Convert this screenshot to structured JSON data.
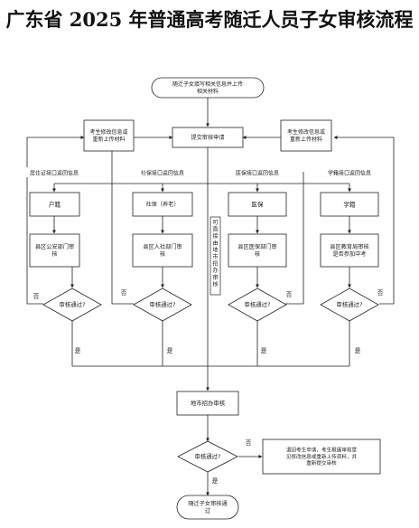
{
  "title": "广东省 2025 年普通高考随迁人员子女审核流程",
  "nodes": {
    "start": [
      "随迁子女填写相关信息并上传",
      "相关材料"
    ],
    "submit": [
      "提交审核申请"
    ],
    "left_modify": [
      "考生修改信息或",
      "重新上传材料"
    ],
    "right_modify": [
      "考生修改信息或",
      "重新上传材料"
    ],
    "hukou": [
      "户籍"
    ],
    "shebao": [
      "社保（养老）"
    ],
    "yibao": [
      "医保"
    ],
    "xueji": [
      "学籍"
    ],
    "police_review": [
      "县区公安部门审",
      "核"
    ],
    "hr_review": [
      "县区人社部门审",
      "核"
    ],
    "medical_review": [
      "县区医保部门审",
      "核"
    ],
    "edu_review": [
      "县区教育局审核",
      "是否参加中考"
    ],
    "diamond1": [
      "审核通过?"
    ],
    "diamond2": [
      "审核通过?"
    ],
    "diamond3": [
      "审核通过?"
    ],
    "diamond4": [
      "审核通过?"
    ],
    "city_review": [
      "地市招办审核"
    ],
    "final_diamond": [
      "审核通过?"
    ],
    "return_note": [
      "退回考生申请，考生根据审核意",
      "见修改信息或重新上传资料，并",
      "重新提交审核"
    ],
    "end": [
      "随迁子女审核通",
      "过"
    ]
  },
  "interfaces": {
    "hukou": "居住证接口返回信息",
    "shebao": "社保接口返回信息",
    "yibao": "医保接口返回信息",
    "xueji": "学籍接口返回信息"
  },
  "vertical_note": "可直接由地市招办审核",
  "edge_labels": {
    "yes": "是",
    "no": "否"
  }
}
